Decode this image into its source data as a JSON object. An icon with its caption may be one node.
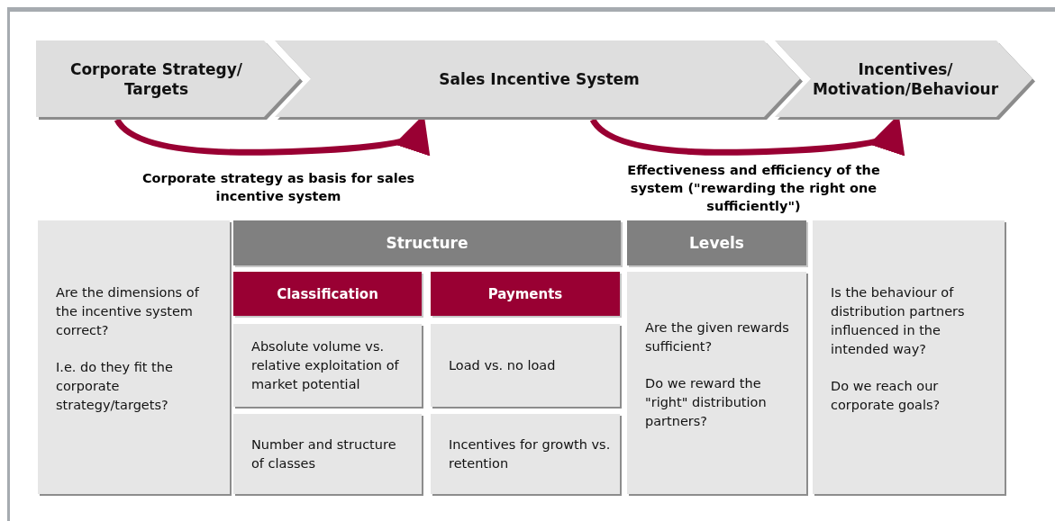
{
  "diagram": {
    "nodes": [
      {
        "text": [
          "Corporate Strategy/ Targets"
        ]
      },
      {
        "text": [
          "Sales Incentive System"
        ]
      },
      {
        "text": [
          "Incentives/ Motivation/Behaviour"
        ]
      },
      {
        "text": [
          "Are the dimensions of the incentive system correct?",
          "I.e. do they fit the corporate strategy/targets?"
        ]
      },
      {
        "text": [
          "Structure"
        ]
      },
      {
        "text": [
          "Classification"
        ]
      },
      {
        "text": [
          "Payments"
        ]
      },
      {
        "text": [
          "Absolute volume vs. relative exploitation of market potential"
        ]
      },
      {
        "text": [
          "Load vs. no load"
        ]
      },
      {
        "text": [
          "Number and structure of classes"
        ]
      },
      {
        "text": [
          "Incentives for growth vs. retention"
        ]
      },
      {
        "text": [
          "Levels"
        ]
      },
      {
        "text": [
          "Are the given rewards sufficient?",
          "Do we reward the \"right\" distribution partners?"
        ]
      },
      {
        "text": [
          "Is the behaviour of distribution partners influenced in the intended way?",
          "Do we reach our corporate goals?"
        ]
      }
    ],
    "edges": [
      {
        "from": 0,
        "to": 1,
        "arrow": "to",
        "label": "Corporate strategy as basis for sales incentive system"
      },
      {
        "from": 1,
        "to": 2,
        "arrow": "to",
        "label": "Effectiveness and efficiency of the system (\"rewarding the right one sufficiently\")"
      }
    ]
  }
}
